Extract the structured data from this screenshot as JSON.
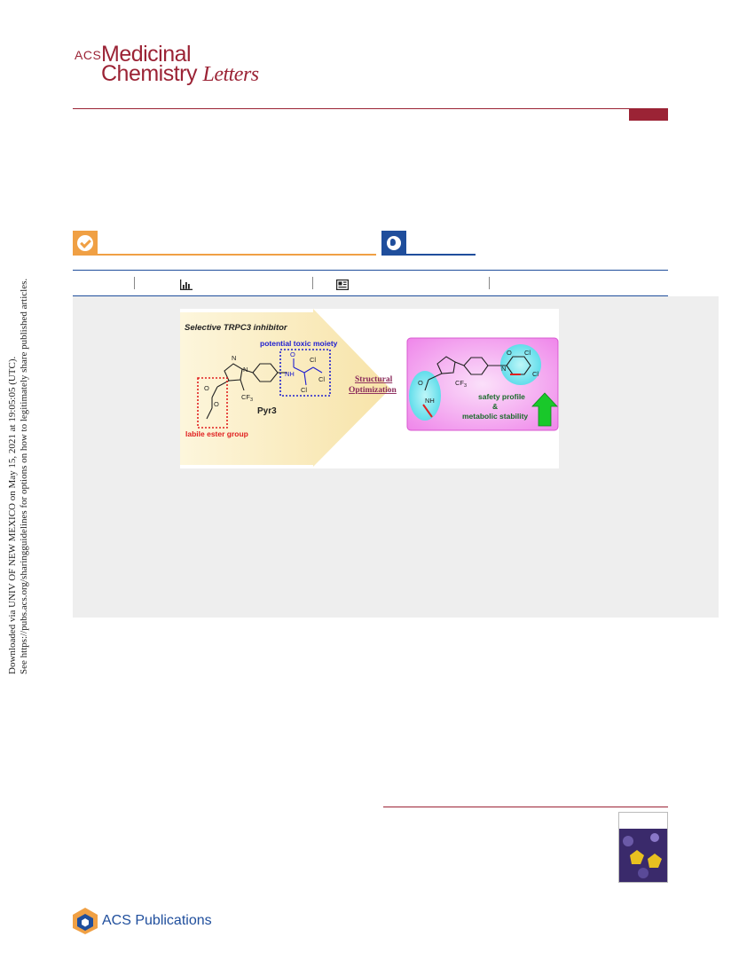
{
  "journal": {
    "acs": "ACS",
    "line1": "Medicinal",
    "line2_a": "Chemistry",
    "line2_b": "Letters"
  },
  "colors": {
    "journal_red": "#9b2335",
    "oa_orange": "#f0a044",
    "acs_blue": "#1f4e9c",
    "panel_gray": "#eeeeee"
  },
  "icons": [
    "checkmark-icon",
    "globe-icon",
    "bar-chart-icon",
    "article-icon",
    "acs-hexagon-logo"
  ],
  "side_note": {
    "line1": "Downloaded via UNIV OF NEW MEXICO on May 15, 2021 at 19:05:05 (UTC).",
    "line2": "See https://pubs.acs.org/sharingguidelines for options on how to legitimately share published articles."
  },
  "toc_graphic": {
    "title": "Selective TRPC3 inhibitor",
    "toxic_label": "potential toxic moiety",
    "ester_label": "labile ester group",
    "compound": "Pyr3",
    "arrow_line1": "Structural",
    "arrow_line2": "Optimization",
    "result_line1": "safety profile",
    "result_line2": "&",
    "result_line3": "metabolic stability",
    "atoms": {
      "nh": "NH",
      "o": "O",
      "n": "N",
      "cl": "Cl",
      "cf3": "CF",
      "sub3": "3"
    }
  },
  "publisher": {
    "name": "ACS Publications"
  }
}
